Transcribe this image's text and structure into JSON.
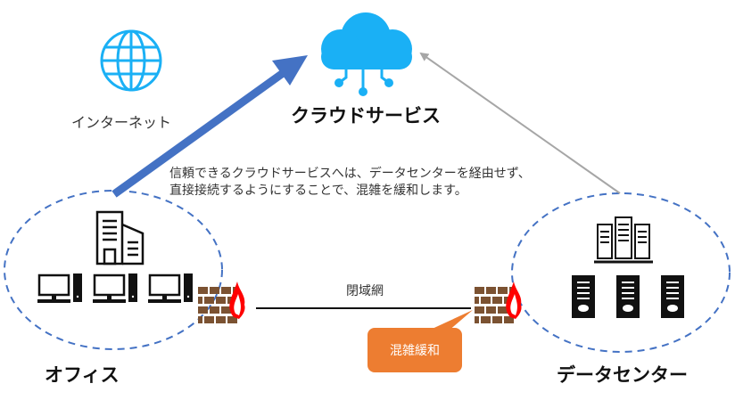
{
  "diagram": {
    "title": "クラウド直接接続による混雑緩和",
    "nodes": {
      "cloud": {
        "label": "クラウドサービス",
        "icon": "cloud-network-icon"
      },
      "internet": {
        "label": "インターネット",
        "icon": "globe-icon"
      },
      "office": {
        "label": "オフィス",
        "icons": [
          "office-building-icon",
          "desktop-computer-icon",
          "desktop-computer-icon",
          "desktop-computer-icon"
        ]
      },
      "datacenter": {
        "label": "データセンター",
        "icons": [
          "server-rack-icon",
          "server-tower-icon",
          "server-tower-icon",
          "server-tower-icon"
        ]
      }
    },
    "firewalls": [
      {
        "location": "office",
        "icon": "firewall-icon"
      },
      {
        "location": "datacenter",
        "icon": "firewall-icon"
      }
    ],
    "connections": [
      {
        "from": "office",
        "to": "cloud",
        "style": "thick-arrow",
        "color": "#4472C4"
      },
      {
        "from": "datacenter",
        "to": "cloud",
        "style": "thin-arrow",
        "color": "#A6A6A6"
      },
      {
        "from": "office",
        "to": "datacenter",
        "style": "line",
        "label": "閉域網",
        "color": "#000000"
      }
    ],
    "description": {
      "line1": "信頼できるクラウドサービスへは、データセンターを経由せず、",
      "line2": "直接接続するようにすることで、混雑を緩和します。"
    },
    "callout": {
      "label": "混雑緩和",
      "color": "#ED7D31"
    },
    "colors": {
      "icon_blue": "#1AB0F5",
      "dashed_ellipse": "#4472C4",
      "brick": "#7B5232",
      "flame": "#FF0000"
    }
  }
}
